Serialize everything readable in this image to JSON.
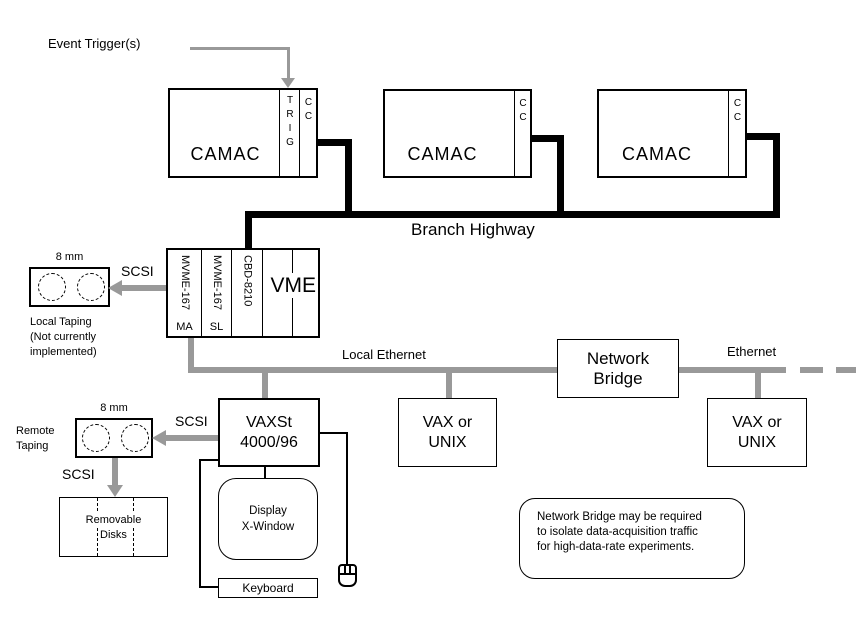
{
  "colors": {
    "line_gray": "#999999",
    "line_black": "#000000",
    "background": "#ffffff"
  },
  "top": {
    "event_trigger_label": "Event Trigger(s)",
    "branch_highway_label": "Branch Highway"
  },
  "camac": {
    "title": "CAMAC",
    "trig_slot": "TRIG",
    "cc_slot": "CC"
  },
  "vme": {
    "title": "VME",
    "slot1_label": "MVME-167",
    "slot1_tag": "MA",
    "slot2_label": "MVME-167",
    "slot2_tag": "SL",
    "slot3_label": "CBD-8210"
  },
  "local_taping": {
    "size_label": "8 mm",
    "scsi_label": "SCSI",
    "caption_line1": "Local Taping",
    "caption_line2": "(Not currently",
    "caption_line3": "implemented)"
  },
  "network": {
    "local_ethernet_label": "Local Ethernet",
    "ethernet_label": "Ethernet",
    "bridge_line1": "Network",
    "bridge_line2": "Bridge"
  },
  "vaxst": {
    "line1": "VAXSt",
    "line2": "4000/96"
  },
  "vax_unix": {
    "line1": "VAX or",
    "line2": "UNIX"
  },
  "remote_taping": {
    "size_label": "8 mm",
    "caption_line1": "Remote",
    "caption_line2": "Taping",
    "scsi_right_label": "SCSI",
    "scsi_down_label": "SCSI"
  },
  "removable_disks": {
    "line1": "Removable",
    "line2": "Disks"
  },
  "workstation": {
    "display_line1": "Display",
    "display_line2": "X-Window",
    "keyboard_label": "Keyboard"
  },
  "note": {
    "line1": "Network Bridge may be required",
    "line2": "to isolate data-acquisition traffic",
    "line3": "for high-data-rate experiments."
  }
}
